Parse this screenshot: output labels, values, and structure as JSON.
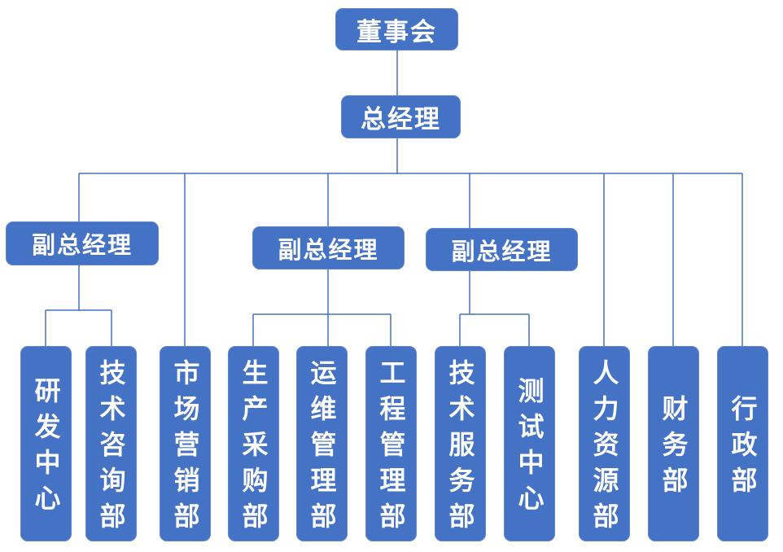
{
  "org": {
    "board": "董事会",
    "general_manager": "总经理",
    "deputy_1": "副总经理",
    "deputy_2": "副总经理",
    "deputy_3": "副总经理",
    "dept_rd": "研发中心",
    "dept_consult": "技术咨询部",
    "dept_marketing": "市场营销部",
    "dept_procurement": "生产采购部",
    "dept_operations": "运维管理部",
    "dept_engineering": "工程管理部",
    "dept_service": "技术服务部",
    "dept_test": "测试中心",
    "dept_hr": "人力资源部",
    "dept_finance": "财务部",
    "dept_admin": "行政部"
  },
  "colors": {
    "box_fill": "#4472C4",
    "box_border": "#6286C9",
    "connector_line": "#4472C4",
    "text": "#FFFFFF",
    "background": "#FFFFFF"
  }
}
